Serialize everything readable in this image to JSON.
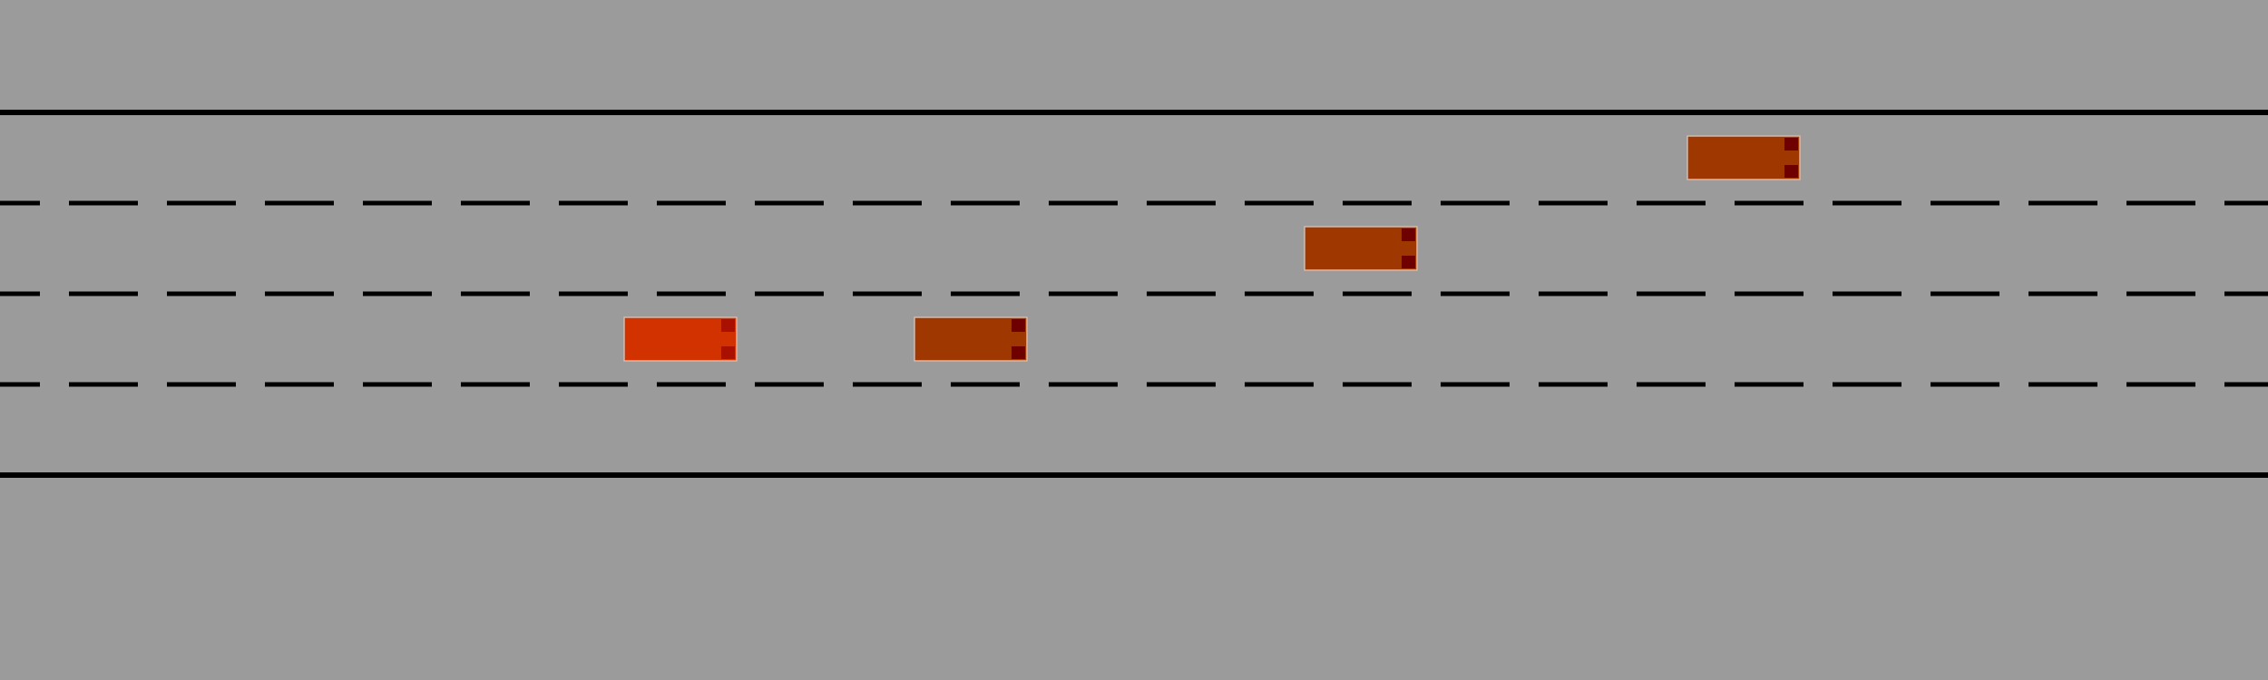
{
  "scene": {
    "kind": "highway-top-down",
    "lane_count": 4,
    "colors": {
      "road": "#9b9b9b",
      "boundary_line": "#000000",
      "lane_marking": "#000000",
      "ego_vehicle": "#d23200",
      "other_vehicle": "#9e3800",
      "tail_light": "#6e0000",
      "vehicle_outline": "#d8b8a8"
    }
  },
  "vehicles": [
    {
      "id": "ego",
      "role": "ego",
      "lane": 3,
      "color": "#d23200"
    },
    {
      "id": "car-1",
      "role": "other",
      "lane": 3,
      "color": "#9e3800"
    },
    {
      "id": "car-2",
      "role": "other",
      "lane": 2,
      "color": "#9e3800"
    },
    {
      "id": "car-3",
      "role": "other",
      "lane": 1,
      "color": "#9e3800"
    }
  ]
}
